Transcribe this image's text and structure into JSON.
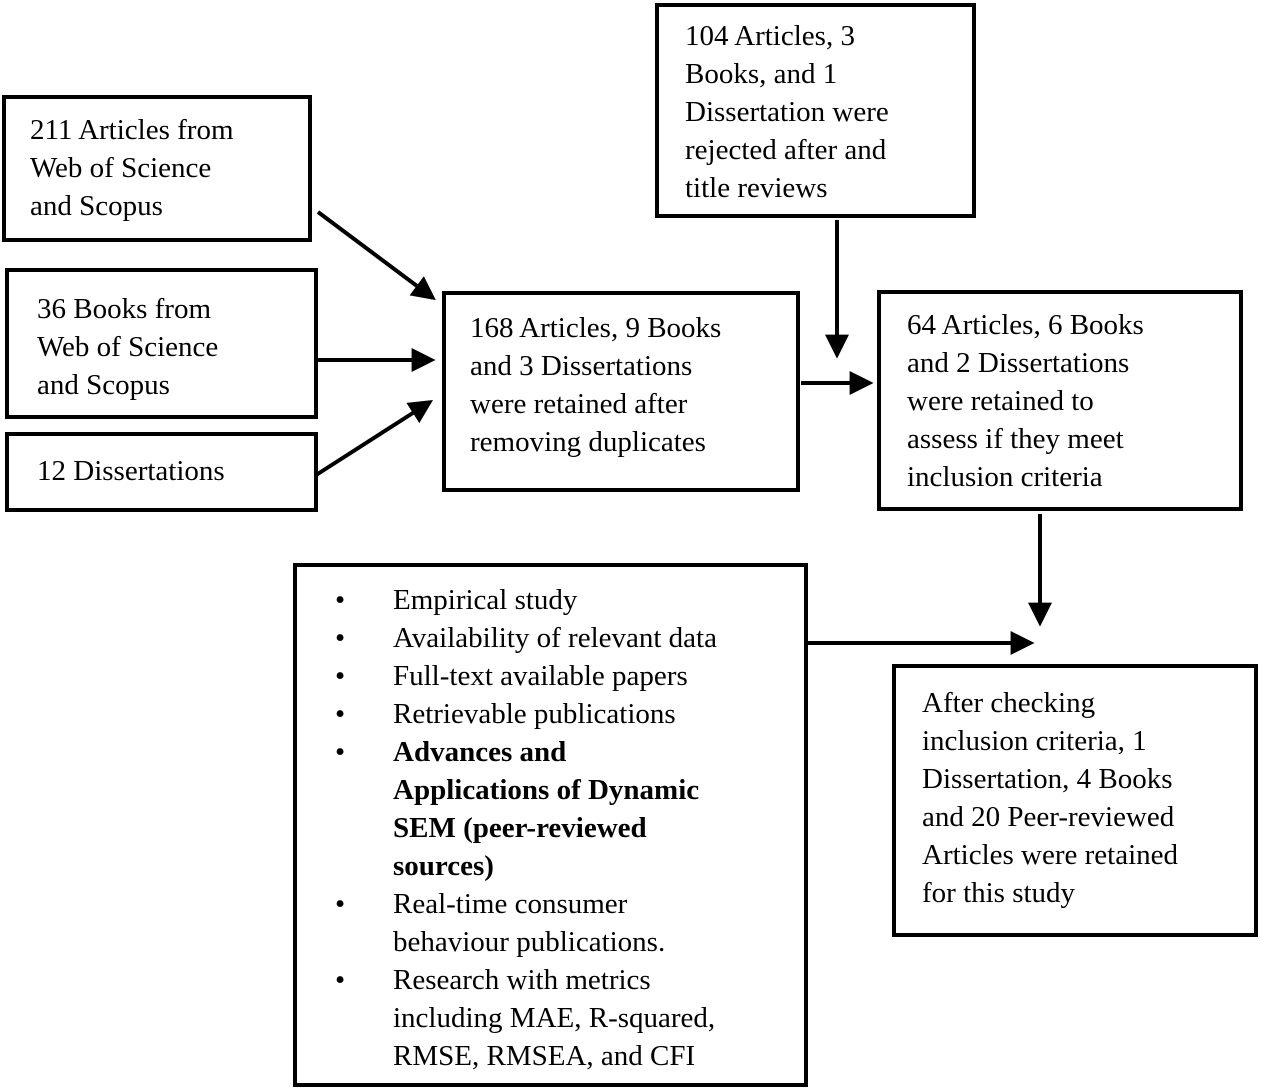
{
  "boxes": {
    "source_articles": {
      "text": "211 Articles from\nWeb of Science\nand Scopus"
    },
    "source_books": {
      "text": "36 Books from\nWeb of Science\nand Scopus"
    },
    "source_dissertations": {
      "text": "12 Dissertations"
    },
    "rejected": {
      "text": "104 Articles, 3\nBooks, and 1\nDissertation were\nrejected after and\ntitle reviews"
    },
    "deduplicated": {
      "text": "168 Articles, 9 Books\nand 3 Dissertations\nwere retained after\nremoving duplicates"
    },
    "assessment": {
      "text": "64 Articles, 6 Books\nand 2 Dissertations\nwere retained to\nassess if they meet\ninclusion criteria"
    },
    "criteria": {
      "items": [
        {
          "text": "Empirical study",
          "bold": false
        },
        {
          "text": "Availability of relevant data",
          "bold": false
        },
        {
          "text": "Full-text available papers",
          "bold": false
        },
        {
          "text": "Retrievable publications",
          "bold": false
        },
        {
          "text": "Advances and\nApplications of Dynamic\nSEM (peer-reviewed\nsources)",
          "bold": true
        },
        {
          "text": "Real-time consumer\nbehaviour publications.",
          "bold": false
        },
        {
          "text": "Research with metrics\nincluding MAE, R-squared,\nRMSE, RMSEA, and CFI",
          "bold": false
        }
      ]
    },
    "final": {
      "text": "After checking\ninclusion criteria, 1\nDissertation, 4 Books\nand 20 Peer-reviewed\nArticles were retained\nfor this study"
    }
  },
  "icons": {
    "bullet": "•"
  },
  "colors": {
    "line": "#000000",
    "text": "#000000",
    "background": "#ffffff"
  }
}
